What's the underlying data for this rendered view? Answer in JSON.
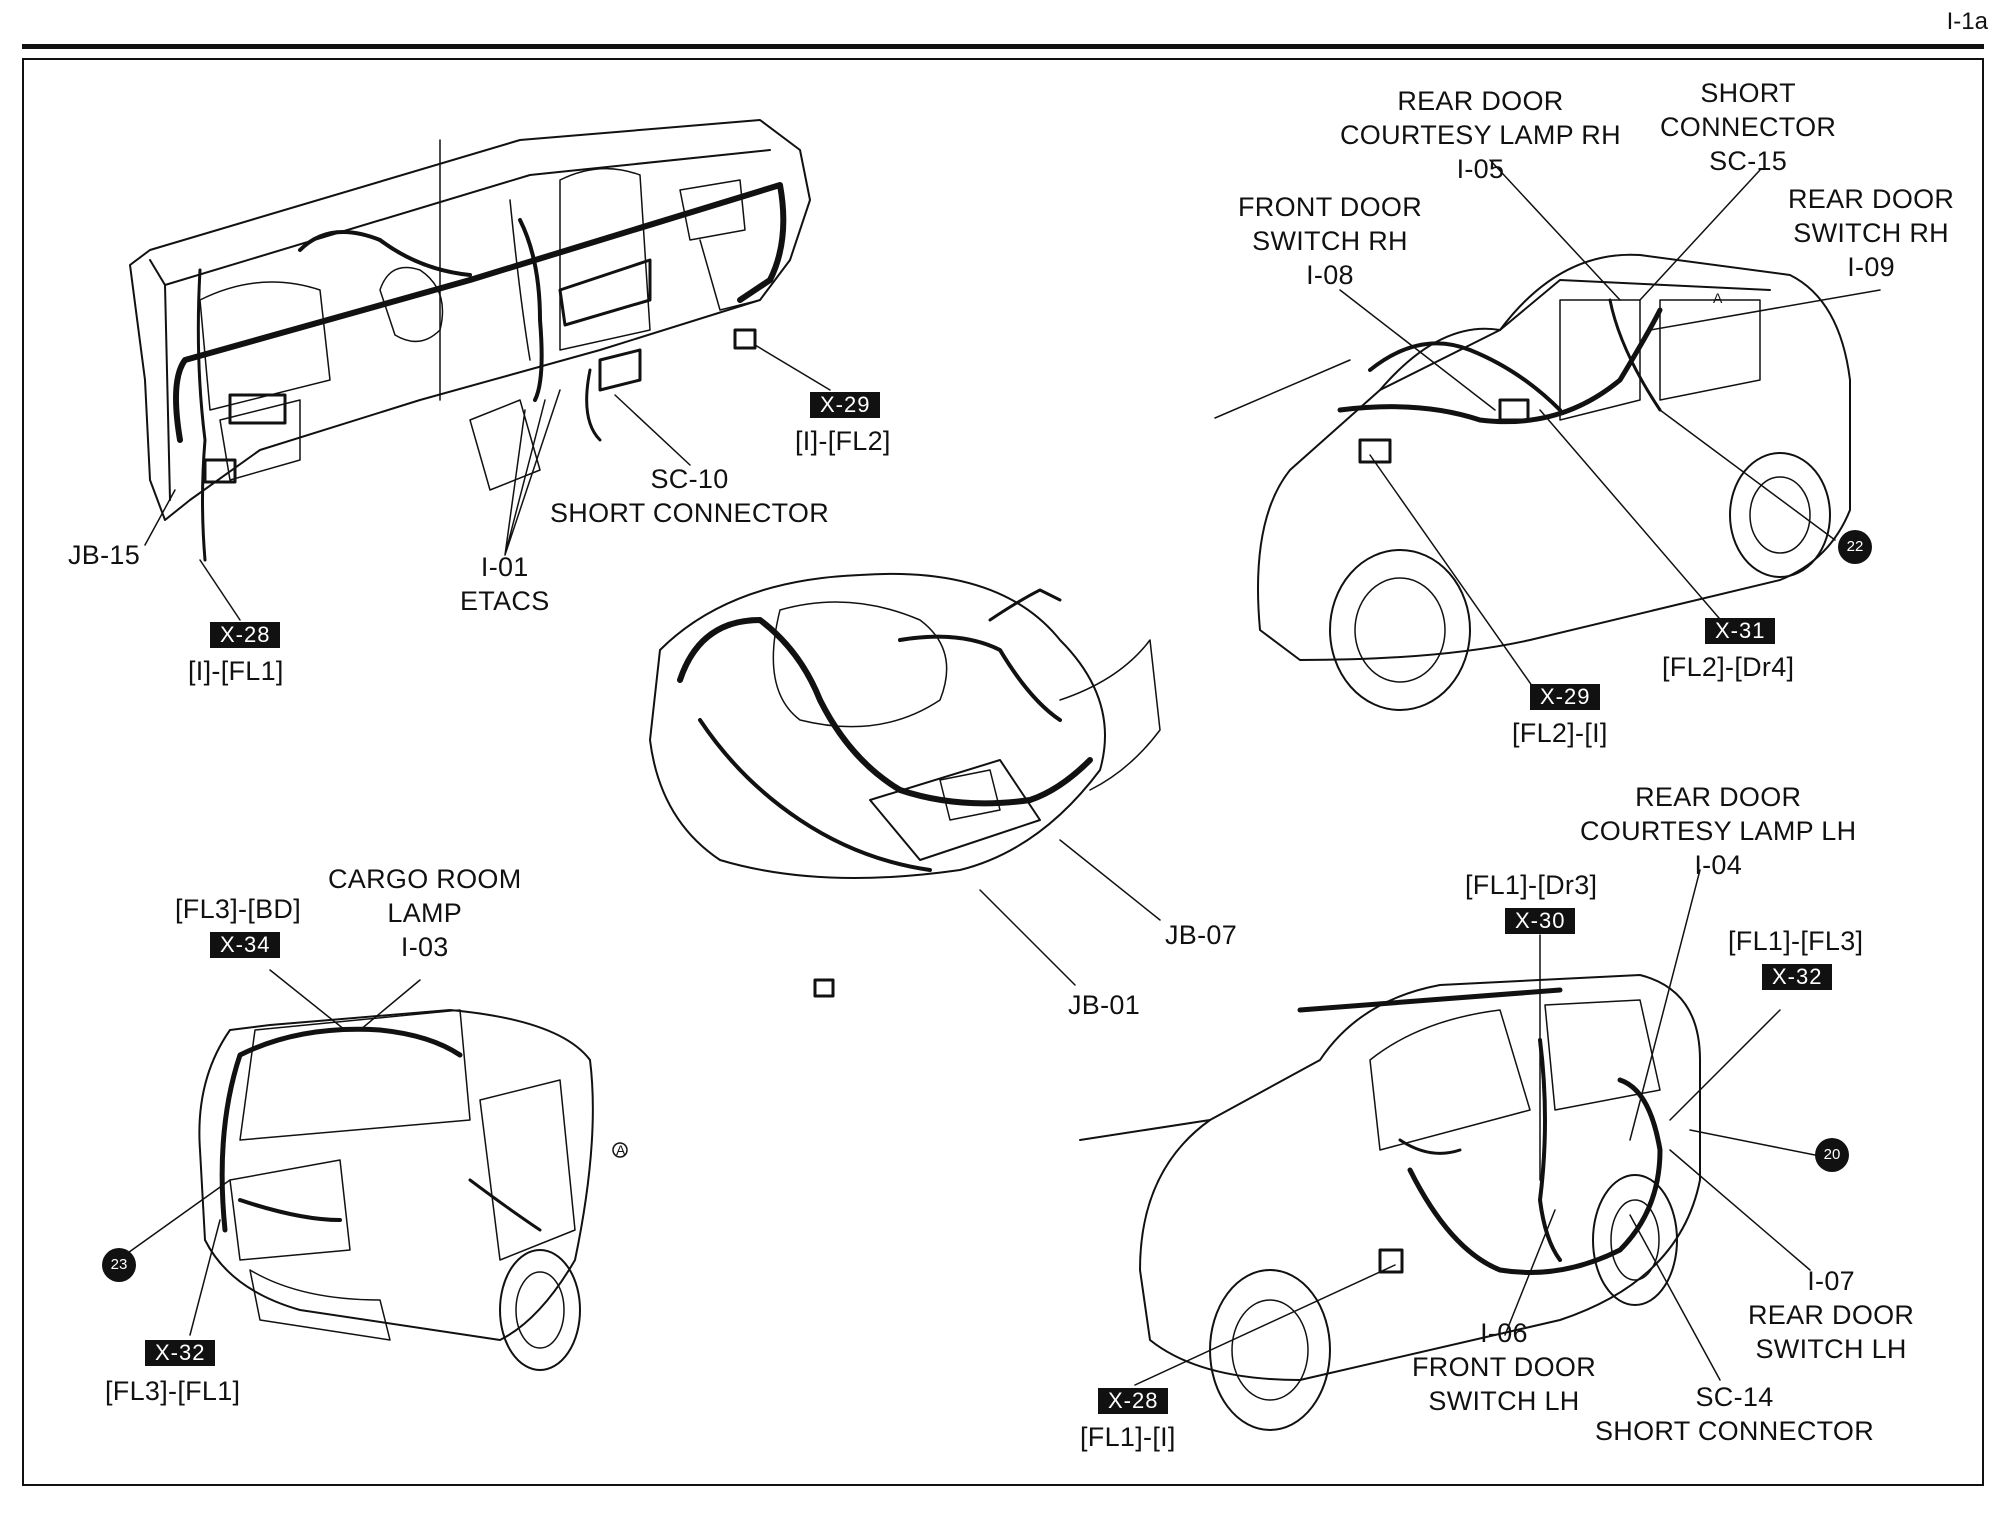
{
  "page_id": "I-1a",
  "labels": {
    "jb15": "JB-15",
    "x28_top_conn": "[I]-[FL1]",
    "i01": "I-01\nETACS",
    "sc10": "SC-10\nSHORT CONNECTOR",
    "x29_top_conn": "[I]-[FL2]",
    "front_door_switch_rh": "FRONT DOOR\nSWITCH RH\nI-08",
    "rear_door_courtesy_rh": "REAR DOOR\nCOURTESY LAMP RH\nI-05",
    "short_connector_sc15": "SHORT\nCONNECTOR\nSC-15",
    "rear_door_switch_rh": "REAR DOOR\nSWITCH RH\nI-09",
    "x29_right_conn": "[FL2]-[I]",
    "x31_conn": "[FL2]-[Dr4]",
    "jb07": "JB-07",
    "jb01": "JB-01",
    "x34_conn": "[FL3]-[BD]",
    "cargo_room_lamp": "CARGO ROOM\nLAMP\nI-03",
    "x32_left_conn": "[FL3]-[FL1]",
    "rear_door_courtesy_lh": "REAR DOOR\nCOURTESY LAMP LH\nI-04",
    "x30_conn": "[FL1]-[Dr3]",
    "x32_right_conn": "[FL1]-[FL3]",
    "rear_door_switch_lh": "I-07\nREAR DOOR\nSWITCH LH",
    "front_door_switch_lh": "I-06\nFRONT DOOR\nSWITCH LH",
    "sc14": "SC-14\nSHORT CONNECTOR",
    "x28_bottom_conn": "[FL1]-[I]"
  },
  "tags": {
    "x28_top": "X-28",
    "x29_top": "X-29",
    "x29_right": "X-29",
    "x31": "X-31",
    "x34": "X-34",
    "x32_left": "X-32",
    "x30": "X-30",
    "x32_right": "X-32",
    "x28_bottom": "X-28"
  },
  "circles": {
    "c22": "22",
    "c20": "20",
    "c23": "23"
  },
  "small_marks": {
    "a_top": "A",
    "a_left": "A"
  }
}
